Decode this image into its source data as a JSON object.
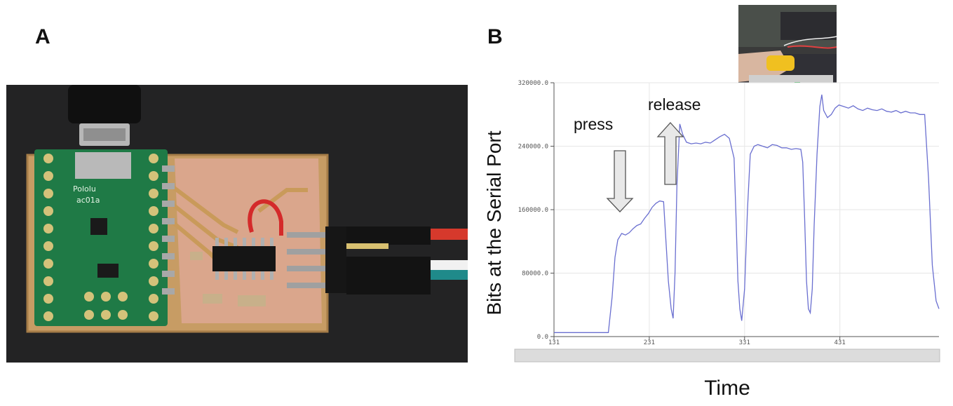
{
  "panels": {
    "a": "A",
    "b": "B"
  },
  "photos": {
    "circuit_board": "pcb-photo",
    "press_setup": "sensor-press-photo"
  },
  "colors": {
    "series": "#6a6fd0",
    "gridline": "#e6e6e6",
    "scrollbar": "#dcdcdc"
  },
  "chart_data": {
    "type": "line",
    "title": "",
    "xlabel": "Time",
    "ylabel": "Bits at the Serial Port",
    "xlim": [
      131,
      535
    ],
    "ylim": [
      0,
      320000
    ],
    "xticks": [
      131,
      231,
      331,
      431
    ],
    "xtick_labels": [
      "131",
      "231",
      "331",
      "431"
    ],
    "yticks": [
      0,
      80000,
      160000,
      240000,
      320000
    ],
    "ytick_labels": [
      "0.0",
      "80000.0",
      "160000.0",
      "240000.0",
      "320000.0"
    ],
    "grid": true,
    "annotations": [
      {
        "text": "press",
        "arrow": "down"
      },
      {
        "text": "release",
        "arrow": "up"
      }
    ],
    "series": [
      {
        "x": [
          131,
          150,
          170,
          188,
          192,
          195,
          198,
          202,
          206,
          210,
          214,
          218,
          222,
          226,
          230,
          234,
          238,
          242,
          246,
          248,
          251,
          254,
          256,
          258,
          260,
          263,
          266,
          270,
          275,
          280,
          285,
          290,
          295,
          300,
          305,
          310,
          315,
          320,
          322,
          324,
          326,
          328,
          331,
          334,
          337,
          341,
          345,
          350,
          355,
          360,
          365,
          370,
          375,
          380,
          385,
          390,
          392,
          394,
          396,
          398,
          400,
          402,
          404,
          407,
          410,
          412,
          414,
          418,
          422,
          426,
          430,
          435,
          440,
          445,
          450,
          455,
          460,
          465,
          470,
          475,
          480,
          485,
          490,
          495,
          500,
          505,
          510,
          515,
          520,
          524,
          528,
          532,
          535
        ],
        "y": [
          5000,
          5000,
          5000,
          5000,
          50000,
          100000,
          122000,
          130000,
          128000,
          131000,
          136000,
          140000,
          142000,
          149000,
          155000,
          163000,
          168000,
          171000,
          170000,
          130000,
          70000,
          35000,
          23000,
          80000,
          190000,
          268000,
          255000,
          245000,
          243000,
          244000,
          243000,
          245000,
          244000,
          248000,
          252000,
          255000,
          250000,
          225000,
          150000,
          70000,
          35000,
          20000,
          60000,
          160000,
          230000,
          240000,
          242000,
          240000,
          238000,
          242000,
          241000,
          238000,
          238000,
          236000,
          237000,
          236000,
          220000,
          150000,
          70000,
          35000,
          30000,
          60000,
          140000,
          230000,
          290000,
          305000,
          285000,
          276000,
          280000,
          288000,
          292000,
          290000,
          288000,
          291000,
          287000,
          285000,
          288000,
          286000,
          285000,
          287000,
          284000,
          283000,
          285000,
          282000,
          284000,
          282000,
          282000,
          280000,
          280000,
          200000,
          90000,
          45000,
          35000
        ]
      }
    ]
  }
}
